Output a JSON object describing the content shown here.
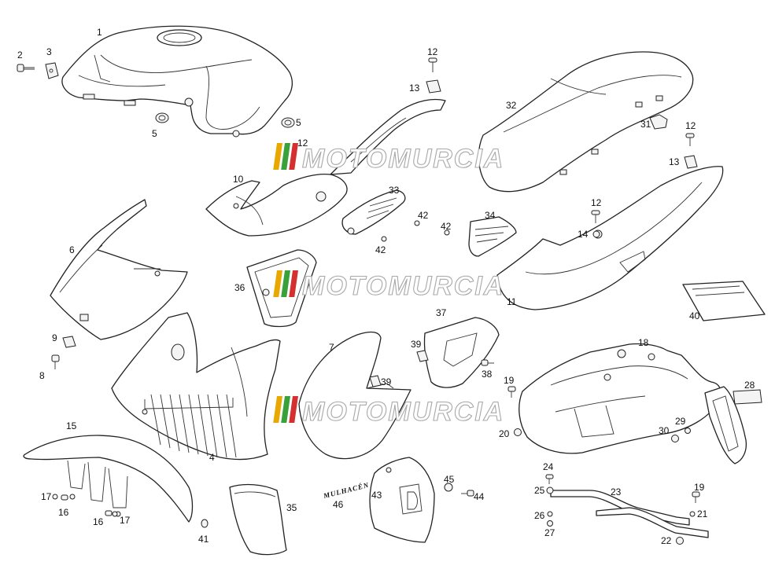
{
  "watermark": {
    "text": "MOTOMURCIA",
    "stripe_colors": [
      "#e8a800",
      "#3aa03a",
      "#d43030"
    ]
  },
  "brand_decal": "MULHACÉN",
  "callouts": [
    {
      "id": "c1",
      "label": "1"
    },
    {
      "id": "c2",
      "label": "2"
    },
    {
      "id": "c3",
      "label": "3"
    },
    {
      "id": "c4",
      "label": "4"
    },
    {
      "id": "c5a",
      "label": "5"
    },
    {
      "id": "c5b",
      "label": "5"
    },
    {
      "id": "c6",
      "label": "6"
    },
    {
      "id": "c7",
      "label": "7"
    },
    {
      "id": "c8",
      "label": "8"
    },
    {
      "id": "c9",
      "label": "9"
    },
    {
      "id": "c10",
      "label": "10"
    },
    {
      "id": "c11",
      "label": "11"
    },
    {
      "id": "c12a",
      "label": "12"
    },
    {
      "id": "c12b",
      "label": "12"
    },
    {
      "id": "c12c",
      "label": "12"
    },
    {
      "id": "c12d",
      "label": "12"
    },
    {
      "id": "c13a",
      "label": "13"
    },
    {
      "id": "c13b",
      "label": "13"
    },
    {
      "id": "c14",
      "label": "14"
    },
    {
      "id": "c15",
      "label": "15"
    },
    {
      "id": "c16a",
      "label": "16"
    },
    {
      "id": "c16b",
      "label": "16"
    },
    {
      "id": "c17a",
      "label": "17"
    },
    {
      "id": "c17b",
      "label": "17"
    },
    {
      "id": "c18",
      "label": "18"
    },
    {
      "id": "c19a",
      "label": "19"
    },
    {
      "id": "c19b",
      "label": "19"
    },
    {
      "id": "c20",
      "label": "20"
    },
    {
      "id": "c21",
      "label": "21"
    },
    {
      "id": "c22",
      "label": "22"
    },
    {
      "id": "c23",
      "label": "23"
    },
    {
      "id": "c24",
      "label": "24"
    },
    {
      "id": "c25",
      "label": "25"
    },
    {
      "id": "c26",
      "label": "26"
    },
    {
      "id": "c27",
      "label": "27"
    },
    {
      "id": "c28",
      "label": "28"
    },
    {
      "id": "c29",
      "label": "29"
    },
    {
      "id": "c30",
      "label": "30"
    },
    {
      "id": "c31",
      "label": "31"
    },
    {
      "id": "c32",
      "label": "32"
    },
    {
      "id": "c33",
      "label": "33"
    },
    {
      "id": "c34",
      "label": "34"
    },
    {
      "id": "c35",
      "label": "35"
    },
    {
      "id": "c36",
      "label": "36"
    },
    {
      "id": "c37",
      "label": "37"
    },
    {
      "id": "c38",
      "label": "38"
    },
    {
      "id": "c39a",
      "label": "39"
    },
    {
      "id": "c39b",
      "label": "39"
    },
    {
      "id": "c40",
      "label": "40"
    },
    {
      "id": "c41",
      "label": "41"
    },
    {
      "id": "c42a",
      "label": "42"
    },
    {
      "id": "c42b",
      "label": "42"
    },
    {
      "id": "c42c",
      "label": "42"
    },
    {
      "id": "c43",
      "label": "43"
    },
    {
      "id": "c44",
      "label": "44"
    },
    {
      "id": "c45",
      "label": "45"
    },
    {
      "id": "c46",
      "label": "46"
    }
  ]
}
